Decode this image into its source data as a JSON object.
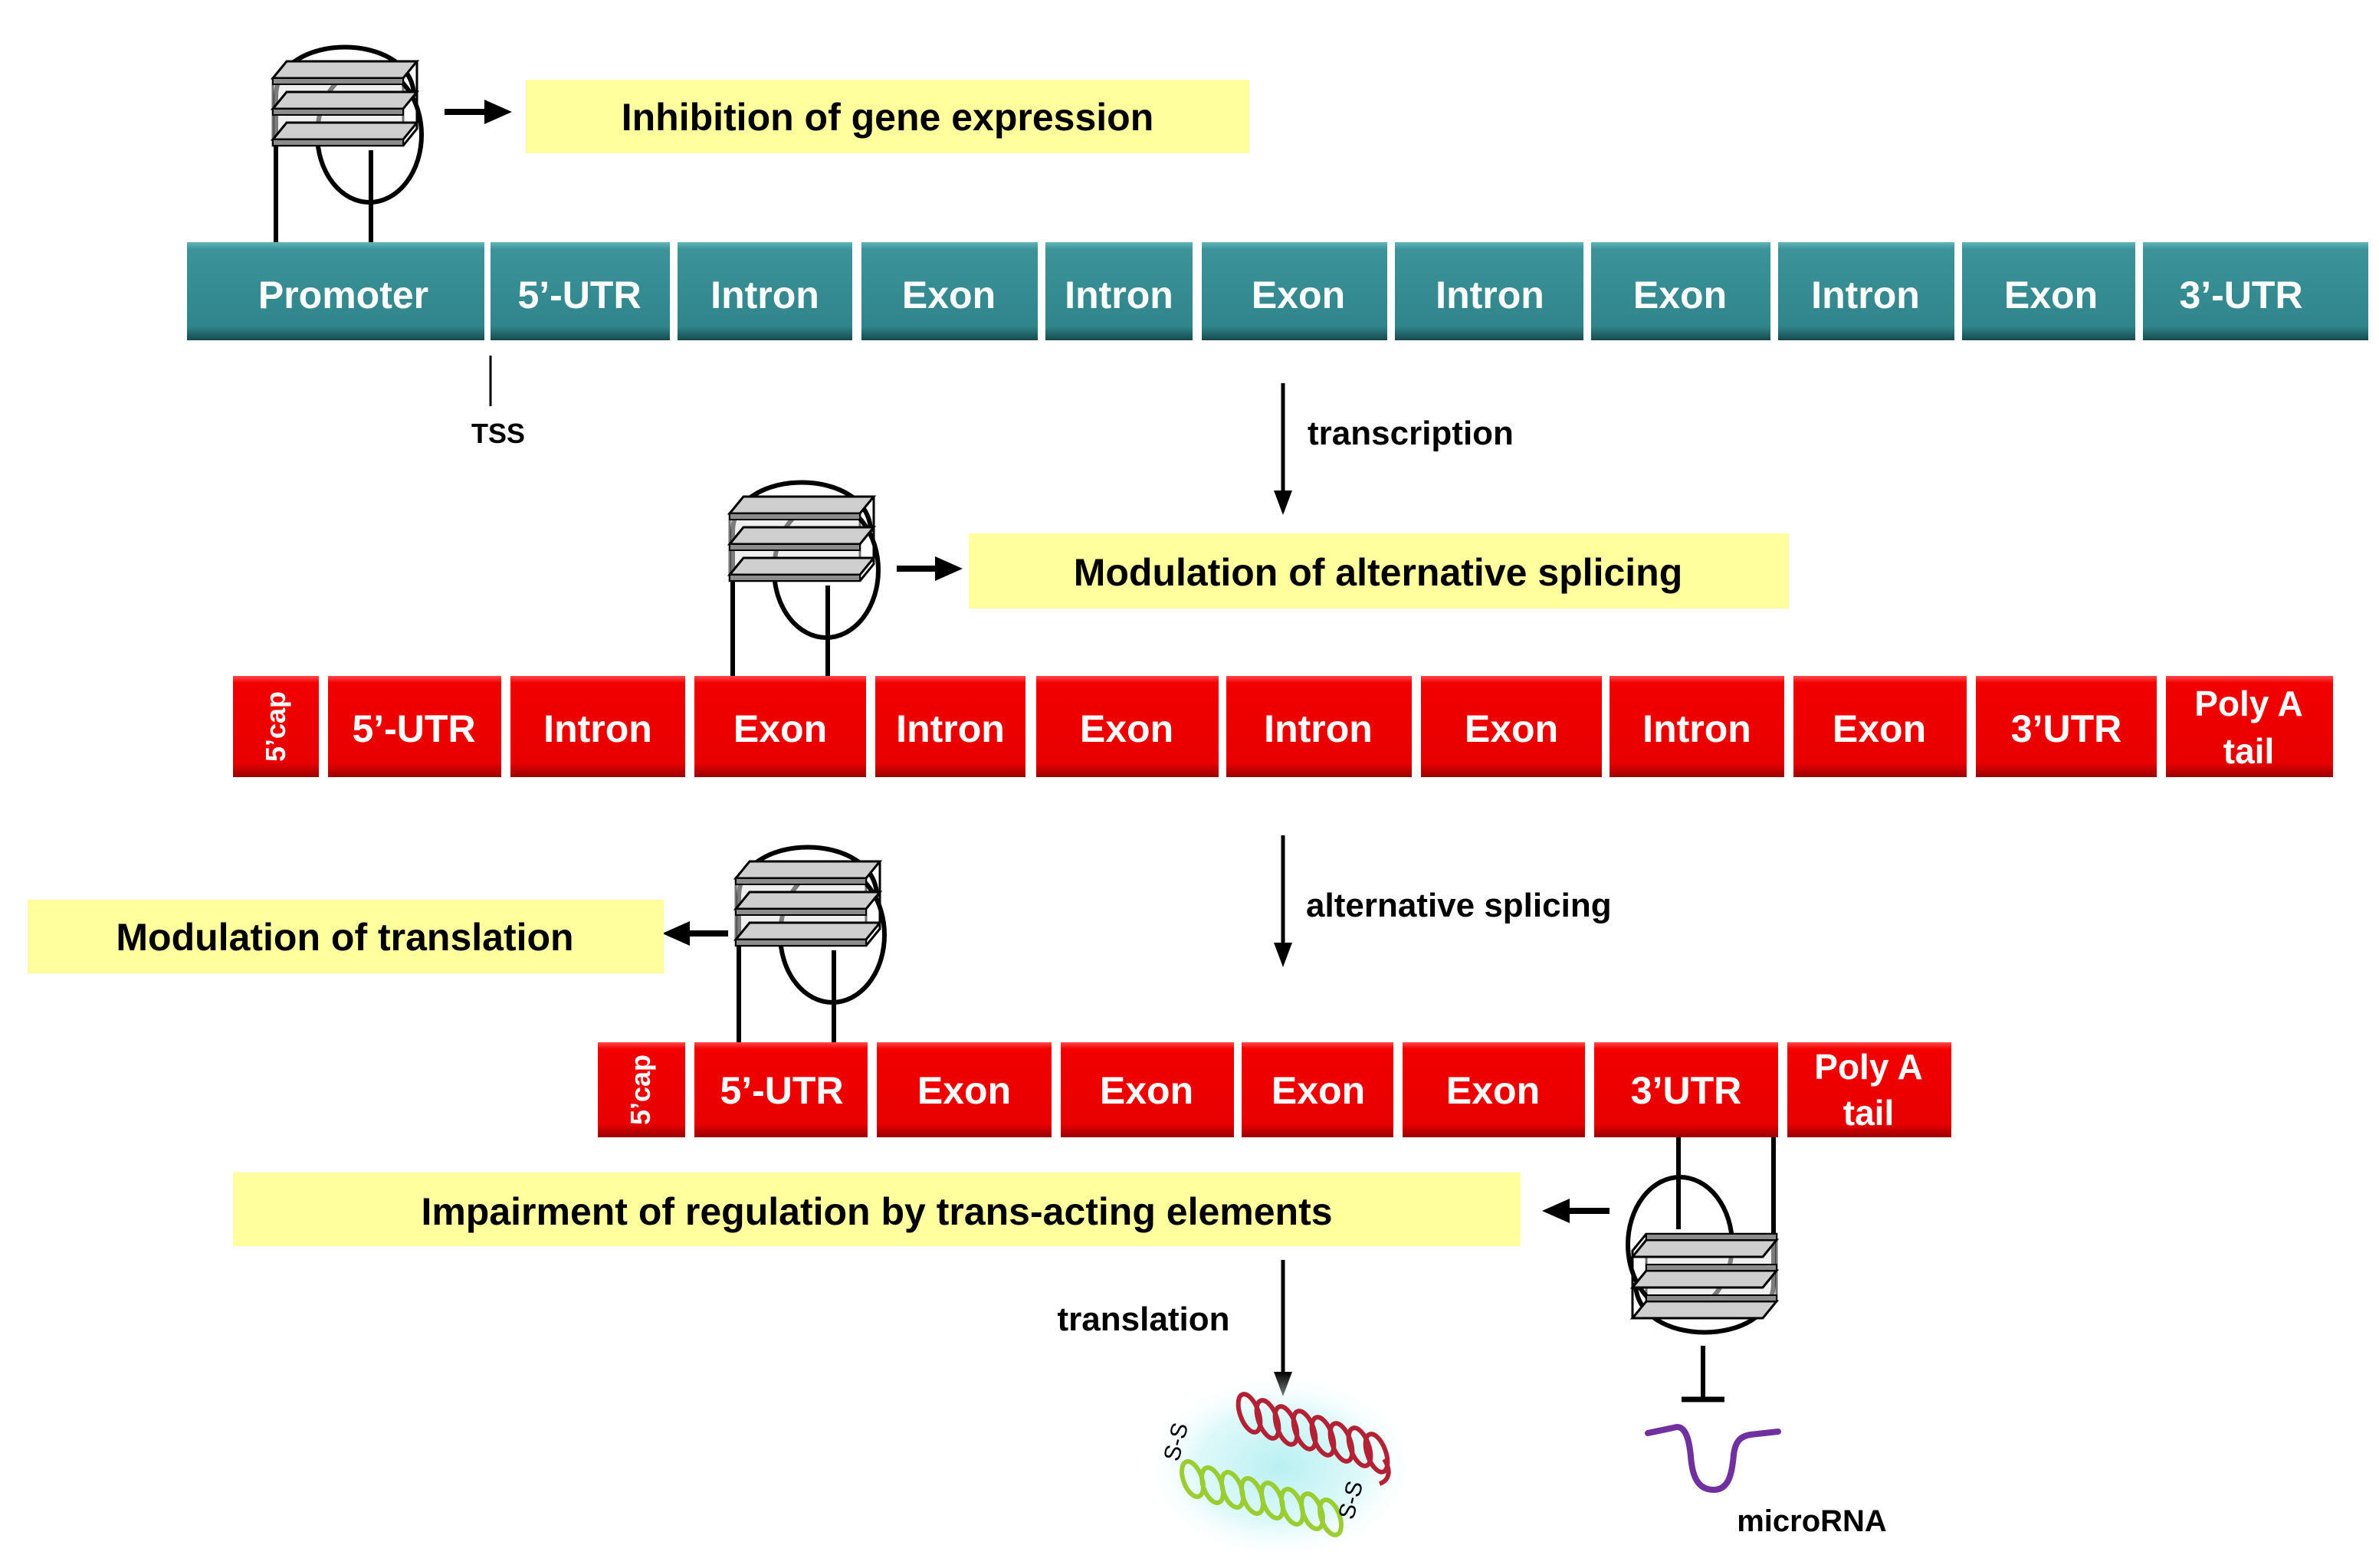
{
  "callouts": {
    "inhibition": "Inhibition of gene expression",
    "splicing": "Modulation of alternative splicing",
    "translation": "Modulation of translation",
    "impairment": "Impairment of regulation by trans-acting elements"
  },
  "dna": {
    "segments": [
      "Promoter",
      "5’-UTR",
      "Intron",
      "Exon",
      "Intron",
      "Exon",
      "Intron",
      "Exon",
      "Intron",
      "Exon",
      "3’-UTR"
    ],
    "tss_label": "TSS"
  },
  "steps": {
    "transcription": "transcription",
    "alternative_splicing": "alternative splicing",
    "translation": "translation"
  },
  "pre_mrna": {
    "cap": "5’cap",
    "segments": [
      "5’-UTR",
      "Intron",
      "Exon",
      "Intron",
      "Exon",
      "Intron",
      "Exon",
      "Intron",
      "Exon",
      "3’UTR"
    ],
    "poly_a": [
      "Poly A",
      "tail"
    ]
  },
  "mrna": {
    "cap": "5’cap",
    "segments": [
      "5’-UTR",
      "Exon",
      "Exon",
      "Exon",
      "Exon",
      "3’UTR"
    ],
    "poly_a": [
      "Poly A",
      "tail"
    ]
  },
  "protein": {
    "disulfide_labels": [
      "S-S",
      "S-S"
    ]
  },
  "microrna": {
    "label": "microRNA"
  },
  "icons": {
    "g_quadruplex": "g-quadruplex-icon",
    "protein": "protein-helix-icon",
    "microrna": "microrna-icon",
    "arrow": "arrow-icon",
    "inhibition": "inhibition-bar-icon"
  },
  "colors": {
    "dna_bar": "#2f858b",
    "rna_bar": "#ee0000",
    "callout": "#ffff9e",
    "microrna": "#7030a0",
    "helix_red": "#b22234",
    "helix_green": "#9acd32"
  }
}
